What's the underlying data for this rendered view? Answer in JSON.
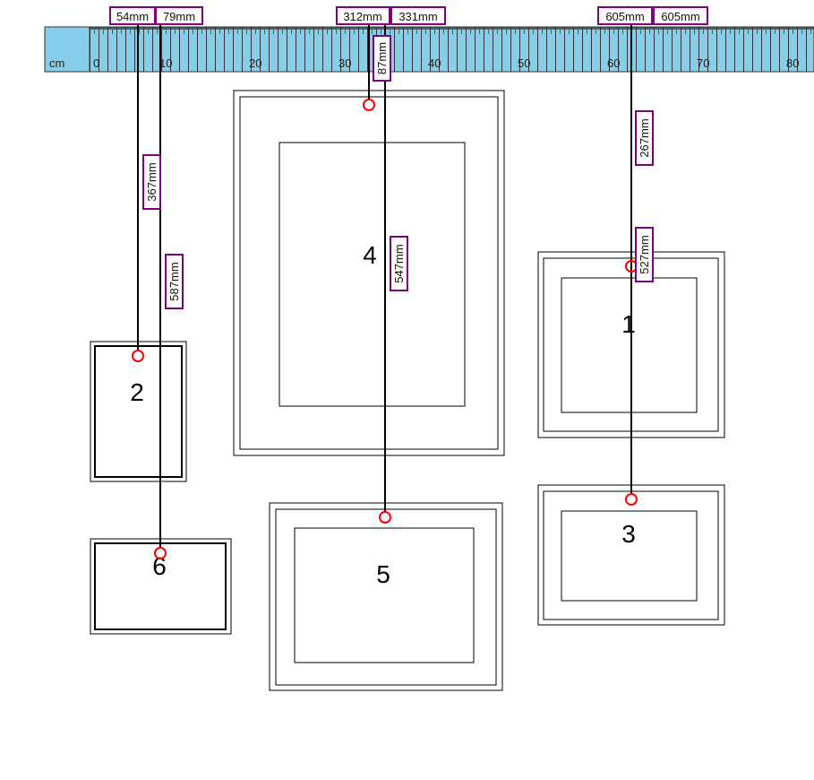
{
  "ruler": {
    "unit_label": "cm",
    "tick_labels": [
      "0",
      "10",
      "20",
      "30",
      "40",
      "50",
      "60",
      "70",
      "80"
    ],
    "color": "#87CEEB"
  },
  "frames": [
    {
      "label": "4"
    },
    {
      "label": "1"
    },
    {
      "label": "2"
    },
    {
      "label": "6"
    },
    {
      "label": "5"
    },
    {
      "label": "3"
    }
  ],
  "measurements": {
    "frame2_horizontal": "54mm",
    "frame6_horizontal": "79mm",
    "frame4_horizontal": "312mm",
    "frame5_horizontal": "331mm",
    "frame1_horizontal": "605mm",
    "frame3_horizontal": "605mm",
    "frame2_drop": "367mm",
    "frame6_drop": "587mm",
    "frame4_drop": "87mm",
    "frame5_drop": "547mm",
    "frame1_drop": "267mm",
    "frame3_drop": "527mm"
  },
  "colors": {
    "measure_border": "#800080",
    "hook_marker": "#ff0000",
    "frame_stroke": "#000000"
  }
}
